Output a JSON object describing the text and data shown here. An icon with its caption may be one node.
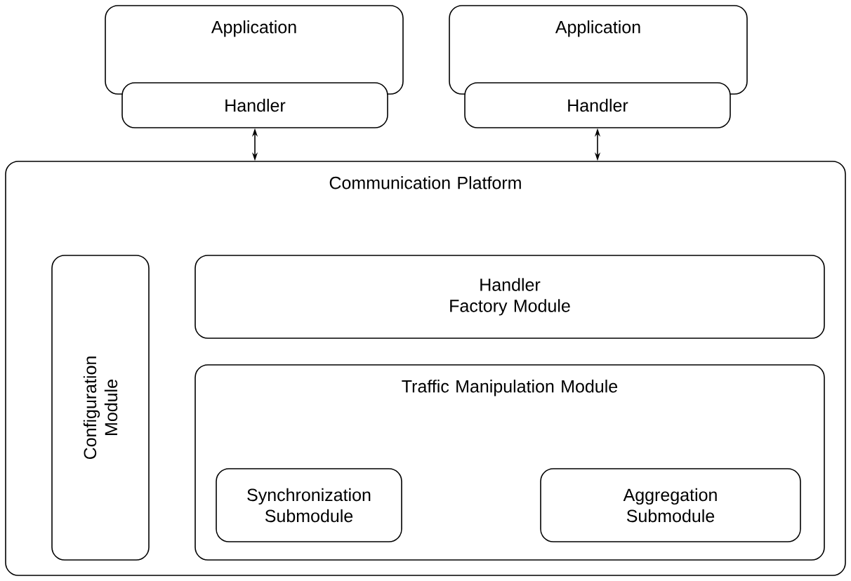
{
  "diagram": {
    "nodes": [
      {
        "text": [
          "Application"
        ]
      },
      {
        "text": [
          "Handler"
        ]
      },
      {
        "text": [
          "Application"
        ]
      },
      {
        "text": [
          "Handler"
        ]
      },
      {
        "text": [
          "Communication Platform"
        ]
      },
      {
        "text": [
          "Configuration Module"
        ],
        "in": 4
      },
      {
        "text": [
          "Handler Factory Module"
        ],
        "in": 4
      },
      {
        "text": [
          "Traffic Manipulation Module"
        ],
        "in": 4
      },
      {
        "text": [
          "Synchronization Submodule"
        ],
        "in": 7
      },
      {
        "text": [
          "Aggregation Submodule"
        ],
        "in": 7
      }
    ],
    "edges": [
      {
        "from": 1,
        "to": 4,
        "arrow": "both"
      },
      {
        "from": 3,
        "to": 4,
        "arrow": "both"
      }
    ]
  }
}
